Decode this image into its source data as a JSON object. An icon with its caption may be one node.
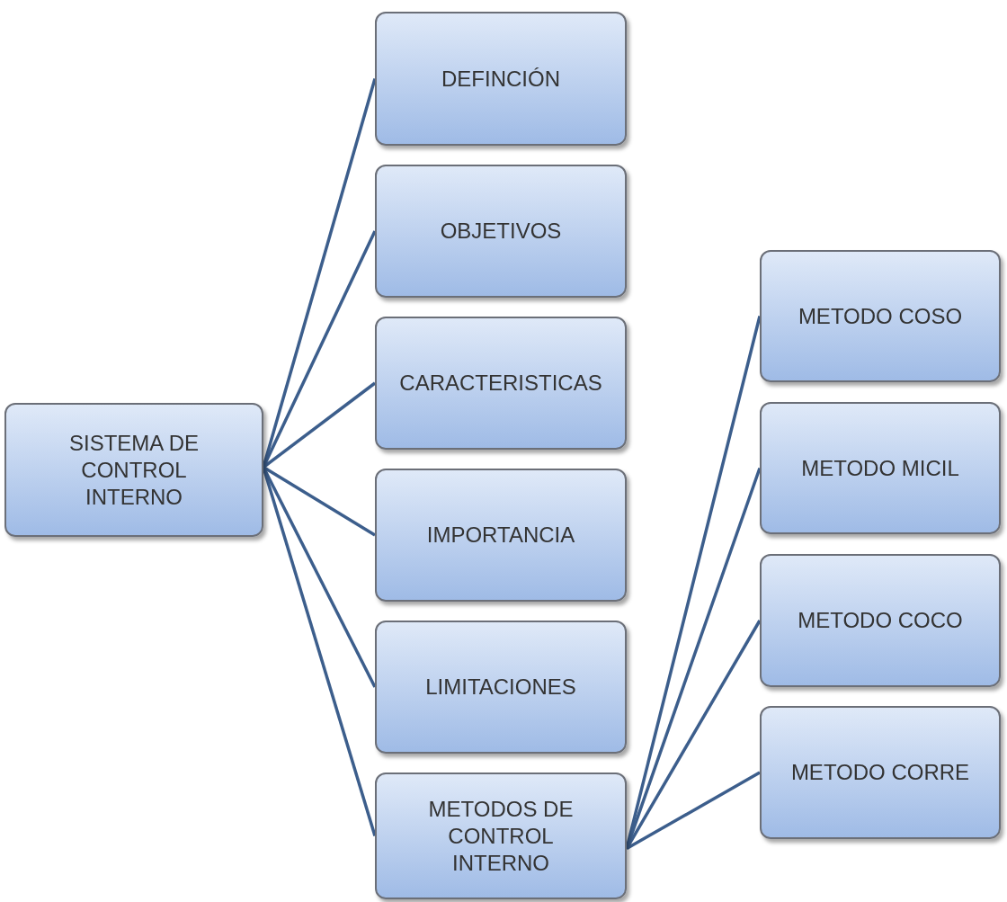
{
  "diagram": {
    "nodes": [
      {
        "text": [
          "SISTEMA DE CONTROL INTERNO"
        ]
      },
      {
        "text": [
          "DEFINCIÓN"
        ]
      },
      {
        "text": [
          "OBJETIVOS"
        ]
      },
      {
        "text": [
          "CARACTERISTICAS"
        ]
      },
      {
        "text": [
          "IMPORTANCIA"
        ]
      },
      {
        "text": [
          "LIMITACIONES"
        ]
      },
      {
        "text": [
          "METODOS DE CONTROL INTERNO"
        ]
      },
      {
        "text": [
          "METODO COSO"
        ]
      },
      {
        "text": [
          "METODO MICIL"
        ]
      },
      {
        "text": [
          "METODO COCO"
        ]
      },
      {
        "text": [
          "METODO CORRE"
        ]
      }
    ],
    "edges": [
      {
        "from": 0,
        "to": 1,
        "arrow": "none"
      },
      {
        "from": 0,
        "to": 2,
        "arrow": "none"
      },
      {
        "from": 0,
        "to": 3,
        "arrow": "none"
      },
      {
        "from": 0,
        "to": 4,
        "arrow": "none"
      },
      {
        "from": 0,
        "to": 5,
        "arrow": "none"
      },
      {
        "from": 0,
        "to": 6,
        "arrow": "none"
      },
      {
        "from": 6,
        "to": 7,
        "arrow": "none"
      },
      {
        "from": 6,
        "to": 8,
        "arrow": "none"
      },
      {
        "from": 6,
        "to": 9,
        "arrow": "none"
      },
      {
        "from": 6,
        "to": 10,
        "arrow": "none"
      }
    ]
  }
}
